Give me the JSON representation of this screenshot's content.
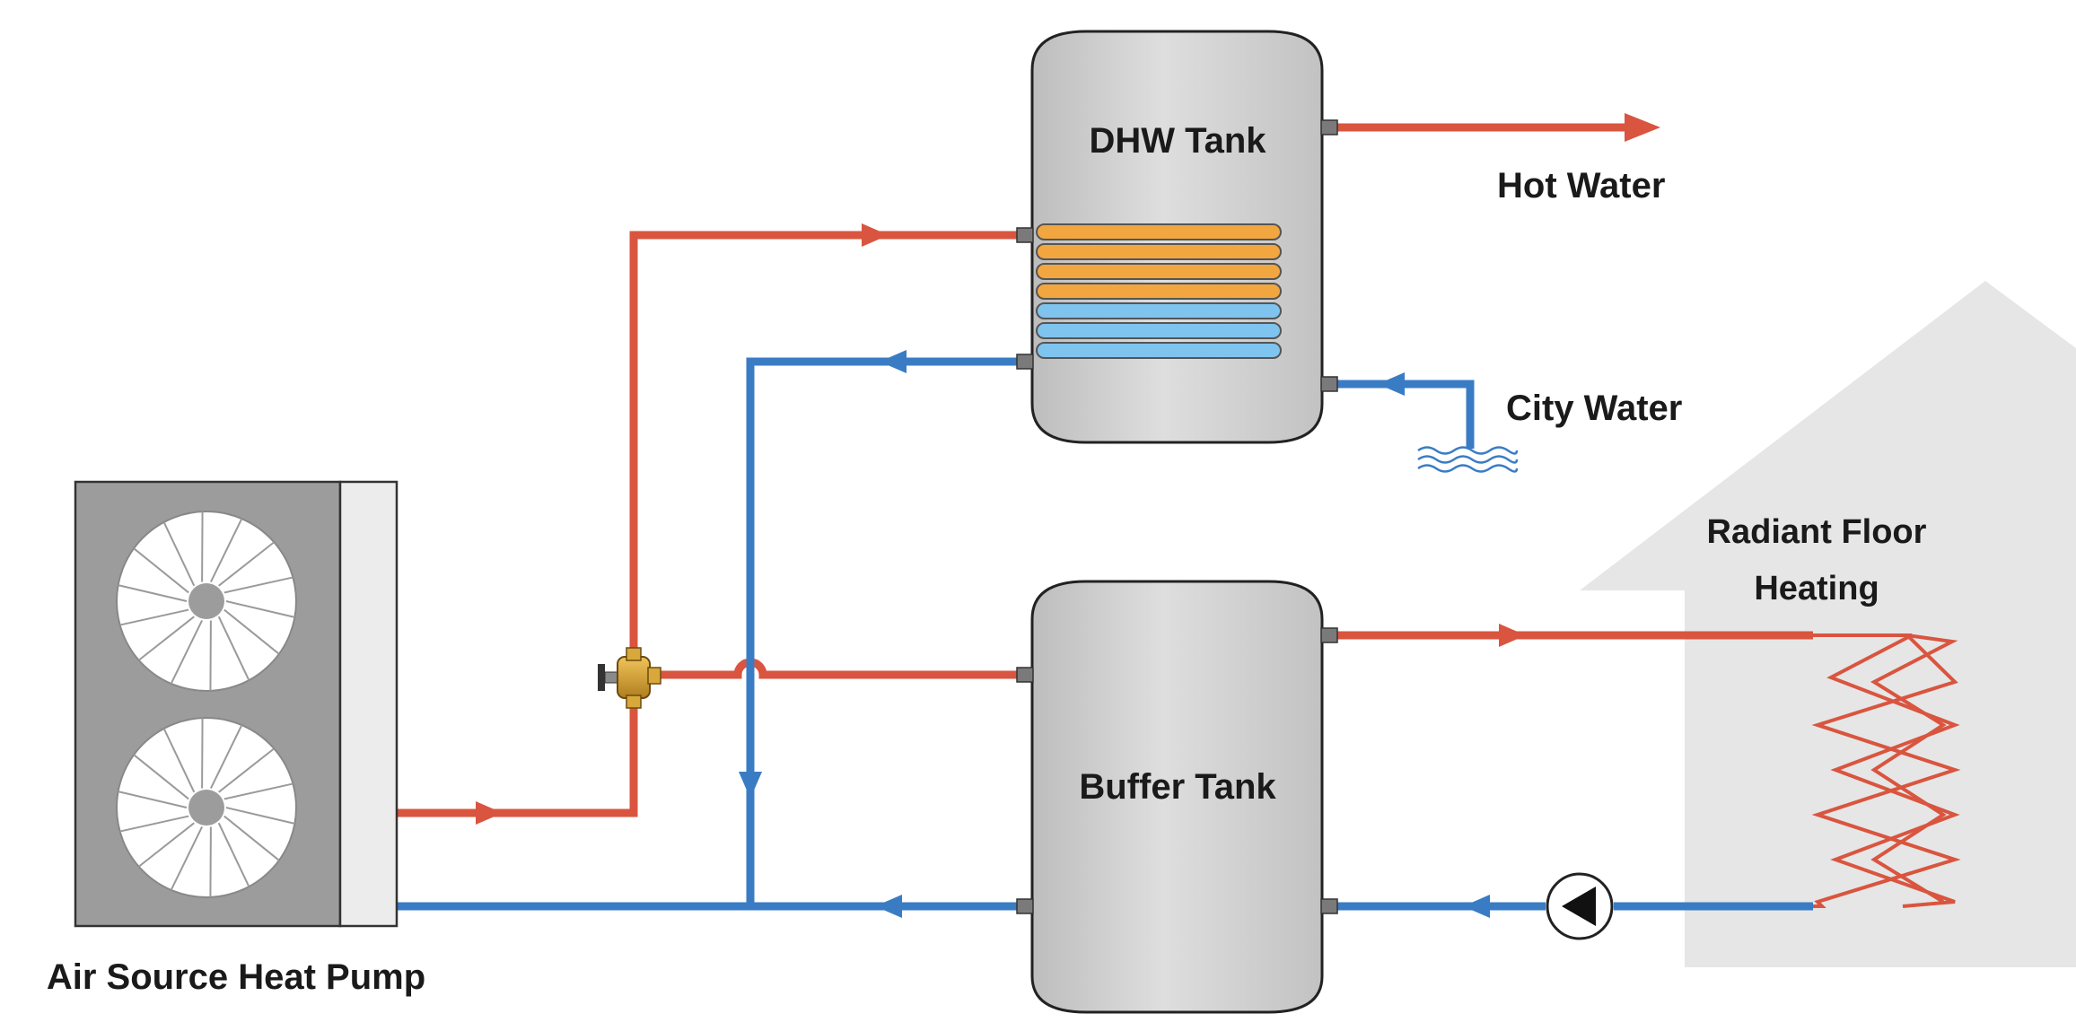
{
  "labels": {
    "dhw_tank": "DHW Tank",
    "buffer_tank": "Buffer Tank",
    "hot_water": "Hot Water",
    "city_water": "City Water",
    "radiant_line1": "Radiant Floor",
    "radiant_line2": "Heating",
    "heat_pump": "Air Source Heat Pump"
  },
  "colors": {
    "hot_pipe": "#d9553f",
    "cold_pipe": "#3a7cc4",
    "tank_fill": "#d3d3d3",
    "heat_pump_body": "#9c9c9c",
    "house": "#e6e6e6",
    "coil_hot": "#f2a640",
    "coil_cold": "#7fc4ee",
    "valve": "#c9962a"
  },
  "icons": [
    "fan-icon",
    "circulator-pump-icon",
    "three-way-valve-icon",
    "water-waves-icon",
    "heat-exchanger-coil-icon",
    "floor-heating-loop-icon"
  ]
}
